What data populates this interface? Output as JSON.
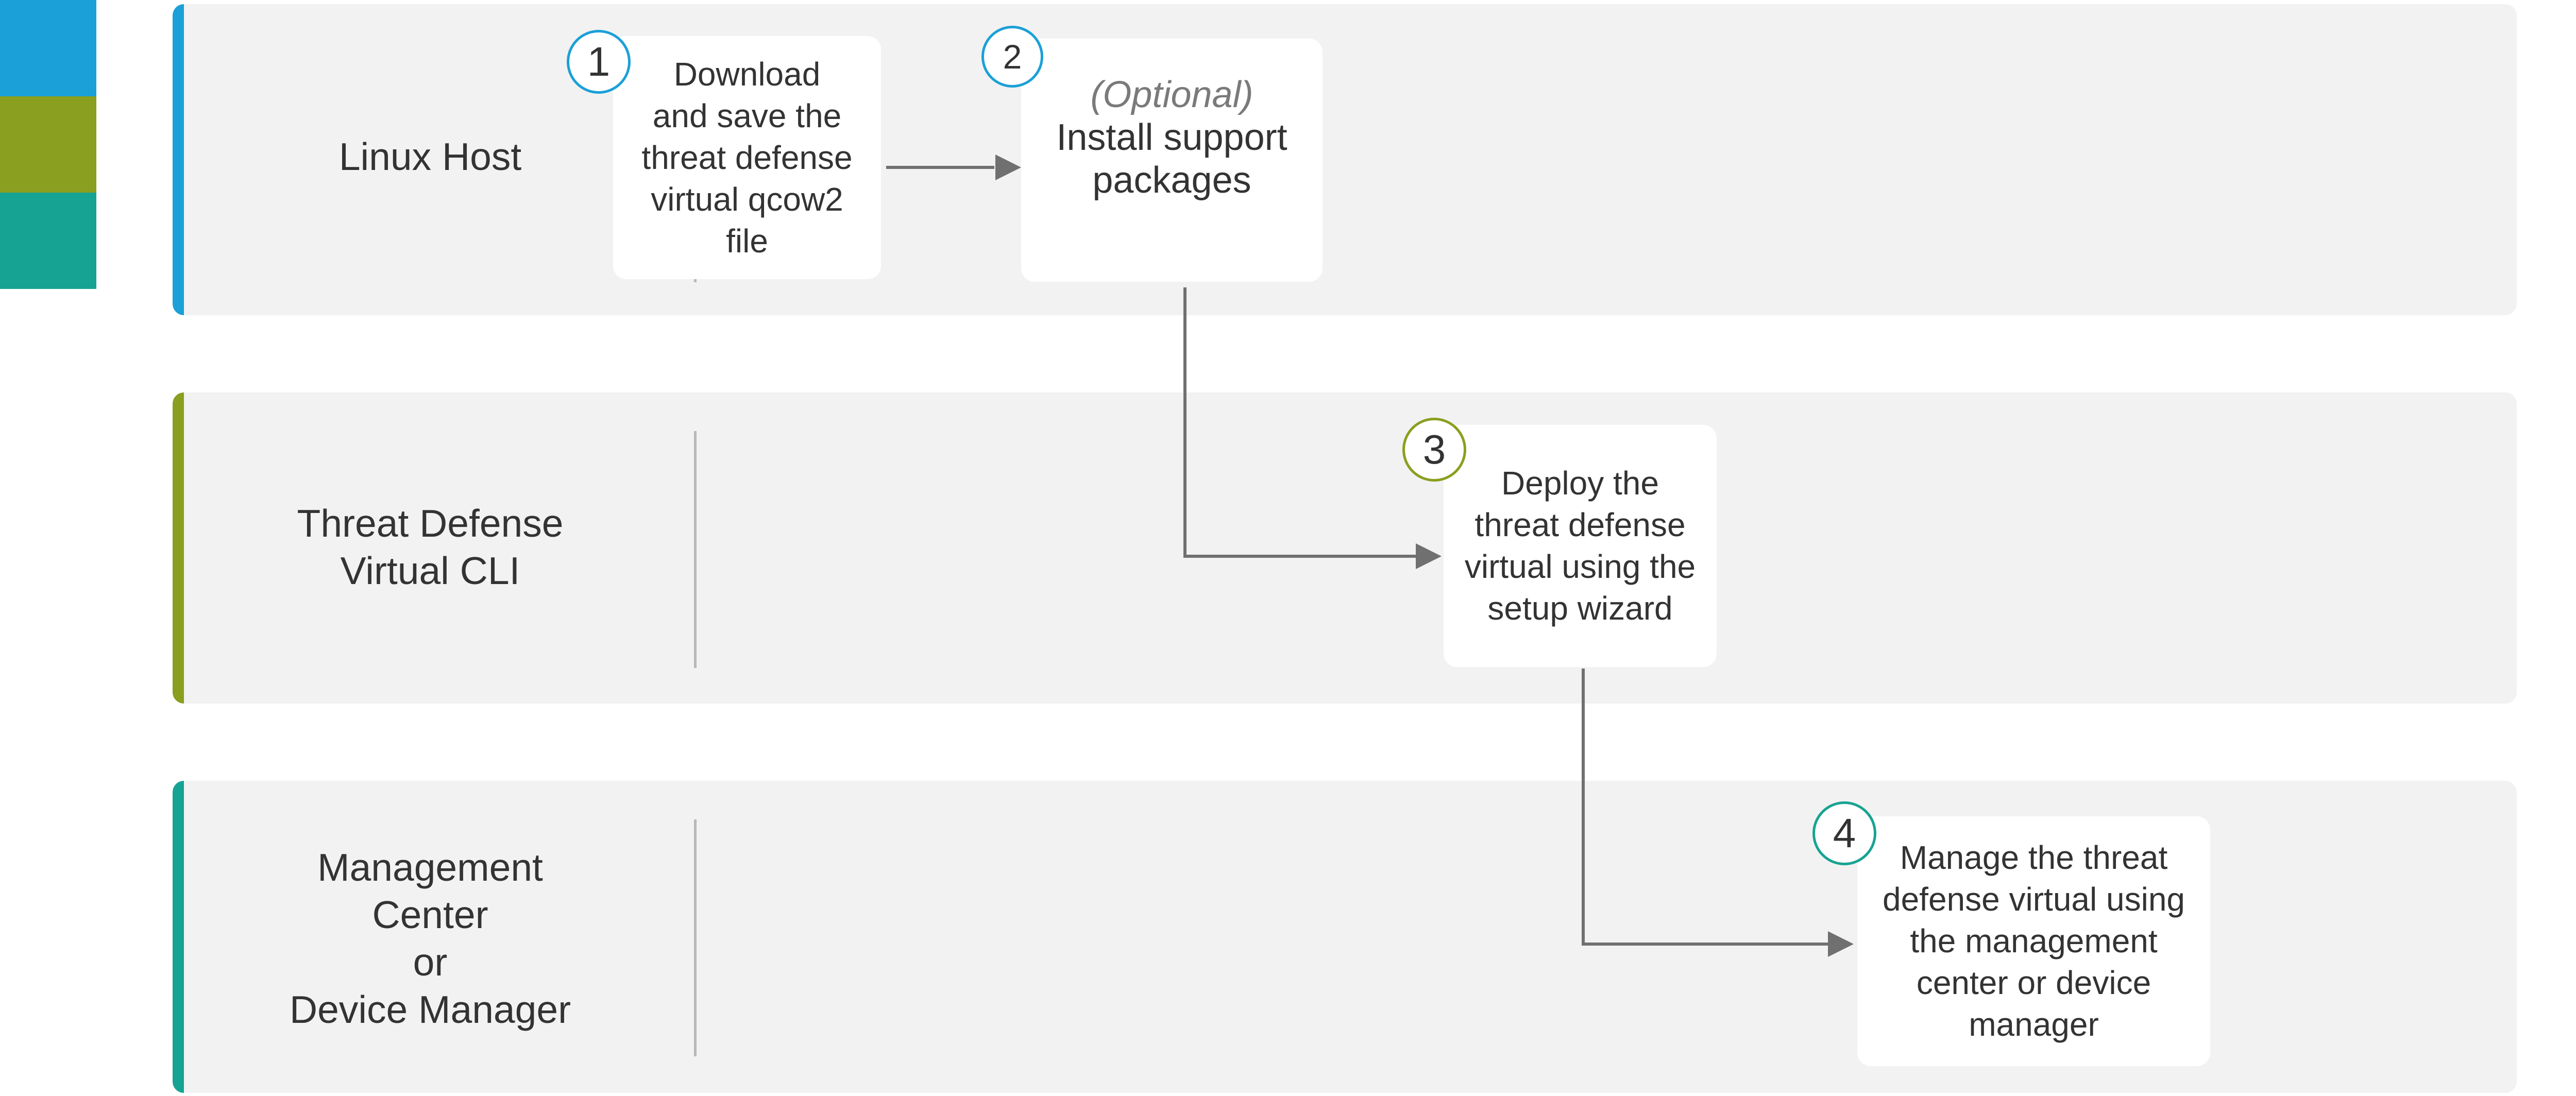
{
  "colors": {
    "blue": "#1ba0d7",
    "olive": "#8a9f1f",
    "teal": "#17a393",
    "lane_bg": "#f2f2f2",
    "arrow": "#707070"
  },
  "lanes": [
    {
      "label": "Linux Host"
    },
    {
      "label": "Threat Defense\nVirtual CLI"
    },
    {
      "label": "Management\nCenter\nor\nDevice Manager"
    }
  ],
  "steps": [
    {
      "number": "1",
      "text": "Download\nand save the\nthreat defense\nvirtual qcow2\nfile"
    },
    {
      "number": "2",
      "optional_label": "(Optional)",
      "text": "Install support\npackages"
    },
    {
      "number": "3",
      "text": "Deploy the\nthreat defense\nvirtual using the\nsetup wizard"
    },
    {
      "number": "4",
      "text": "Manage the threat\ndefense virtual using\nthe management\ncenter or device\nmanager"
    }
  ]
}
